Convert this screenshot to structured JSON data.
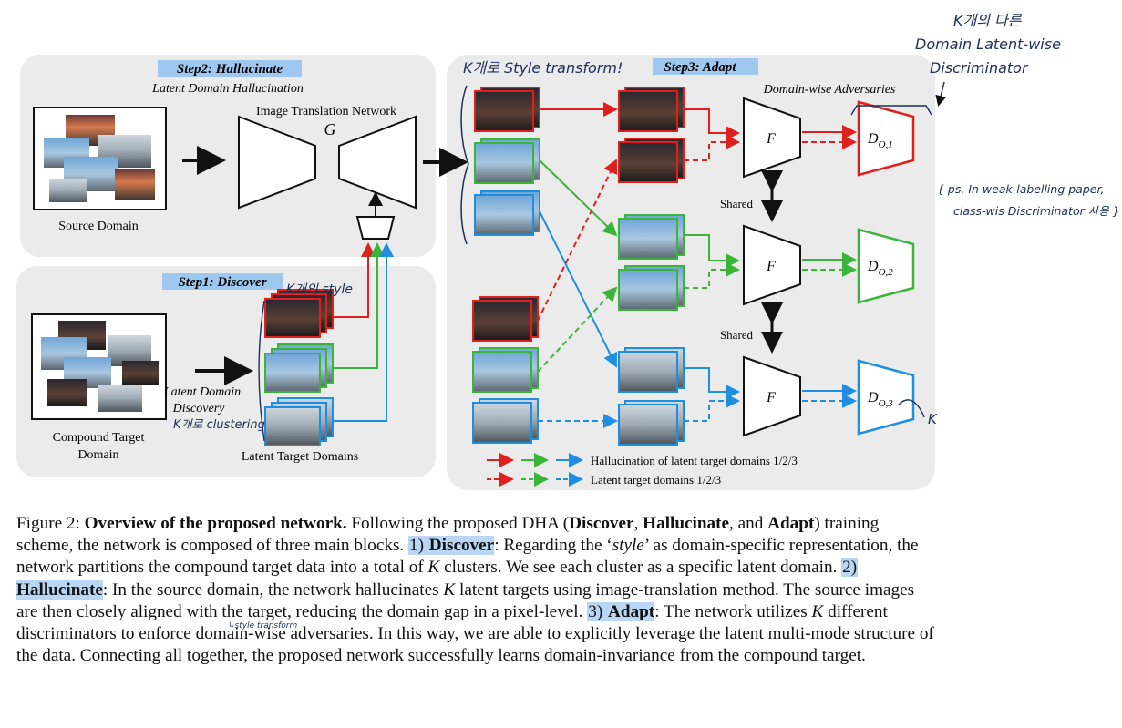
{
  "figure": {
    "step2_title": "Step2: Hallucinate",
    "step2_subtitle": "Latent Domain Hallucination",
    "itn_label": "Image Translation Network",
    "g_label": "G",
    "source_label": "Source Domain",
    "step1_title": "Step1: Discover",
    "ldd_label_1": "Latent Domain",
    "ldd_label_2": "Discovery",
    "compound_label_1": "Compound Target",
    "compound_label_2": "Domain",
    "ltd_label": "Latent Target Domains",
    "step3_title": "Step3: Adapt",
    "dwa_label": "Domain-wise Adversaries",
    "f_label": "F",
    "shared_label": "Shared",
    "disc_base": "D",
    "disc_subs": [
      "O,1",
      "O,2",
      "O,3"
    ],
    "legend_solid": "Hallucination of latent target domains 1/2/3",
    "legend_dashed": "Latent target domains 1/2/3",
    "colors": {
      "red": "#e0201c",
      "green": "#3ab53a",
      "blue": "#1e8fe0",
      "panel": "#ebebeb",
      "highlight": "#b9d6f5"
    }
  },
  "annotations": {
    "hand_style_transform": "K개로 Style transform!",
    "hand_k_style": "K개의 style",
    "hand_k_clustering": "K개로 clustering",
    "hand_top_1": "K개의 다른",
    "hand_top_2": "Domain Latent-wise",
    "hand_top_3": "Discriminator",
    "hand_ps_1": "{ ps. In weak-labelling paper,",
    "hand_ps_2": "class-wis Discriminator 사용 }",
    "hand_style_small": "↳style transform",
    "hand_k": "K"
  },
  "caption": {
    "c1": "Figure 2: ",
    "c2": "Overview of the proposed network.",
    "c3": " Following the proposed DHA (",
    "c4": "Discover",
    "c5": ", ",
    "c6": "Hallucinate",
    "c7": ", and",
    "c8": "Adapt",
    "c9": ") training scheme, the network is composed of three main blocks. ",
    "c10": "1) ",
    "c11": "Discover",
    "c12": ": Regarding the ‘",
    "c13": "style",
    "c14": "’ as domain-specific representation, the network partitions the compound target data into a total of ",
    "c15": "K",
    "c16": " clusters. We see each cluster as a specific latent domain. ",
    "c17": "2) ",
    "c18": "Hallucinate",
    "c19": ": In the source domain, the network hallucinates ",
    "c20": "K",
    "c21": " latent targets using image-translation method. The source images are then closely aligned with the target, reducing the domain gap in a pixel-level. ",
    "c22": "3) ",
    "c23": "Adapt",
    "c24": ": The network utilizes ",
    "c25": "K",
    "c26": " different discriminators to enforce domain-wise adversaries. In this way, we are able to explicitly leverage the latent multi-mode structure of the data. Connecting all together, the proposed network successfully learns domain-invariance from the compound target."
  }
}
